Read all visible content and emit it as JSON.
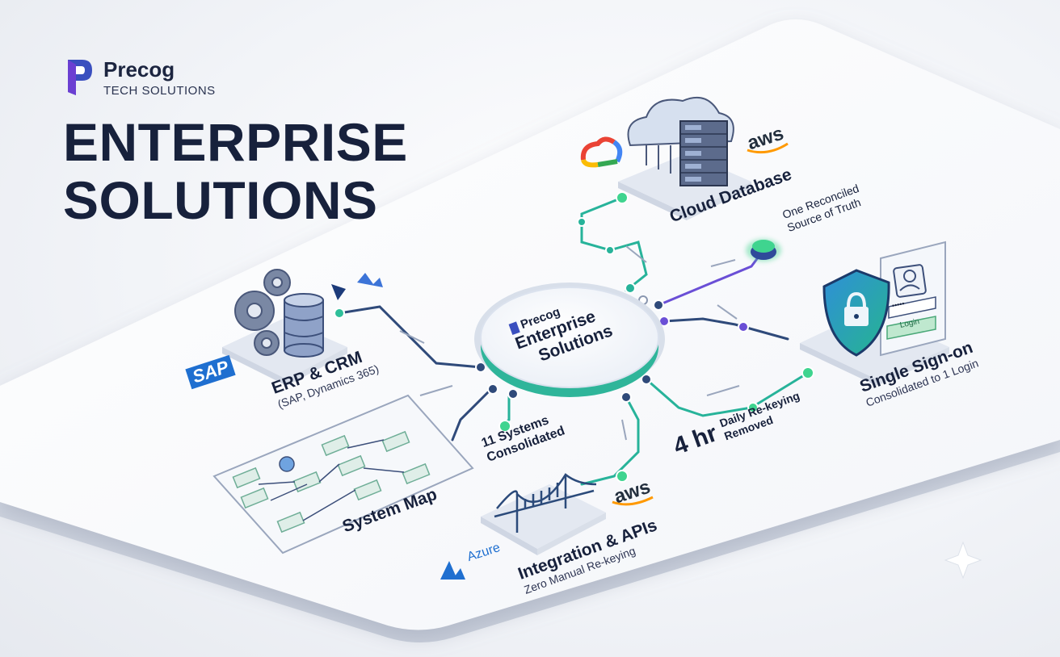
{
  "brand": {
    "name": "Precog",
    "subtitle": "TECH SOLUTIONS"
  },
  "headline": {
    "line1": "ENTERPRISE",
    "line2": "SOLUTIONS"
  },
  "hub": {
    "brand": "Precog",
    "line1": "Enterprise",
    "line2": "Solutions"
  },
  "nodes": {
    "erp": {
      "title": "ERP & CRM",
      "subtitle": "(SAP, Dynamics 365)"
    },
    "system_map": {
      "title": "System Map"
    },
    "cloud": {
      "title": "Cloud Database"
    },
    "sso": {
      "title": "Single Sign-on",
      "subtitle": "Consolidated to 1 Login",
      "login_button": "Login",
      "password_mask": "•••••"
    },
    "integration": {
      "title": "Integration & APIs",
      "subtitle": "Zero Manual Re-keying"
    }
  },
  "metrics": {
    "truth": {
      "line1": "One Reconciled",
      "line2": "Source of Truth"
    },
    "systems": {
      "line1": "11 Systems",
      "line2": "Consolidated"
    },
    "rekeying": {
      "value": "4 hr",
      "line1": "Daily Re-keying",
      "line2": "Removed"
    }
  },
  "vendor_logos": {
    "sap": "SAP",
    "aws_top": "aws",
    "aws_bottom": "aws",
    "azure": "Azure"
  },
  "colors": {
    "navy": "#17213c",
    "teal": "#27b39a",
    "green": "#3fd48f",
    "blue": "#3c74d8",
    "purple": "#6a4fd6",
    "platform": "#ffffff"
  },
  "icons": [
    "precog-logo-icon",
    "gear-icon",
    "database-icon",
    "cloud-icon",
    "server-icon",
    "google-cloud-icon",
    "shield-lock-icon",
    "user-avatar-icon",
    "bridge-icon",
    "sparkle-icon",
    "dynamics-icon"
  ]
}
